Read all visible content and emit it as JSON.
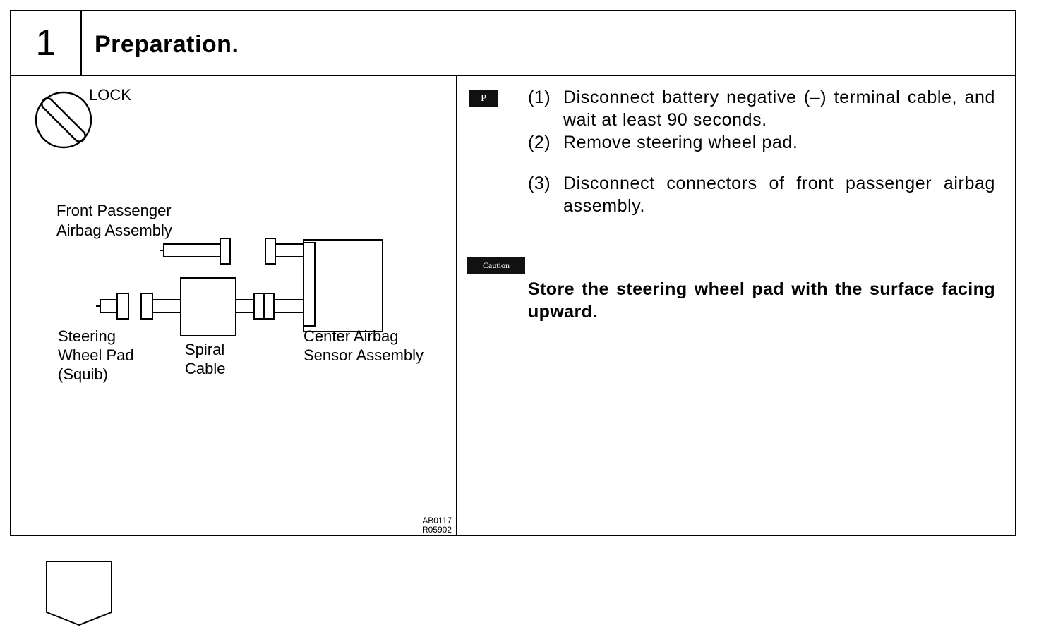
{
  "step": {
    "number": "1",
    "title": "Preparation."
  },
  "diagram": {
    "lock_label": "LOCK",
    "labels": {
      "front_passenger_1": "Front Passenger",
      "front_passenger_2": "Airbag Assembly",
      "steering_1": "Steering",
      "steering_2": "Wheel Pad",
      "steering_3": "(Squib)",
      "spiral_1": "Spiral",
      "spiral_2": "Cable",
      "center_1": "Center Airbag",
      "center_2": "Sensor Assembly"
    },
    "codes": [
      "AB0117",
      "R05902"
    ]
  },
  "instructions": {
    "p_badge": "P",
    "steps": [
      {
        "num": "(1)",
        "text": "Disconnect battery negative (–) terminal cable, and wait at least 90 seconds."
      },
      {
        "num": "(2)",
        "text": "Remove steering wheel pad."
      },
      {
        "num": "(3)",
        "text": "Disconnect connectors of front passenger airbag assembly."
      }
    ],
    "caution_badge": "Caution",
    "caution_text": "Store the steering wheel pad with the surface facing upward."
  }
}
